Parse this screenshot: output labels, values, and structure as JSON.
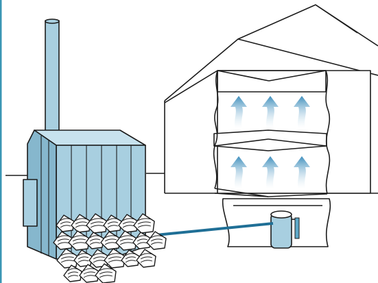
{
  "colors": {
    "accent_border": "#3a96b4",
    "stove_fill": "#a8cfe0",
    "stove_dark": "#86b7cd",
    "pipe": "#1f6f96",
    "heat_arrow_top": "#3f8fbd",
    "heat_arrow_bottom": "#ffffff",
    "line": "#1b1b1b",
    "background": "#ffffff"
  },
  "icons": {
    "stove": "outdoor-wood-boiler-icon",
    "chimney": "chimney-icon",
    "firewood": "firewood-pile-icon",
    "pipe": "underground-pipe-icon",
    "house": "house-cutaway-icon",
    "tank": "water-heater-tank-icon",
    "heat": "rising-heat-arrow-icon"
  },
  "diagram": {
    "floors": [
      {
        "name": "upper-floor",
        "heat_arrows": 3
      },
      {
        "name": "ground-floor",
        "heat_arrows": 3
      }
    ],
    "firewood_logs": 22
  }
}
